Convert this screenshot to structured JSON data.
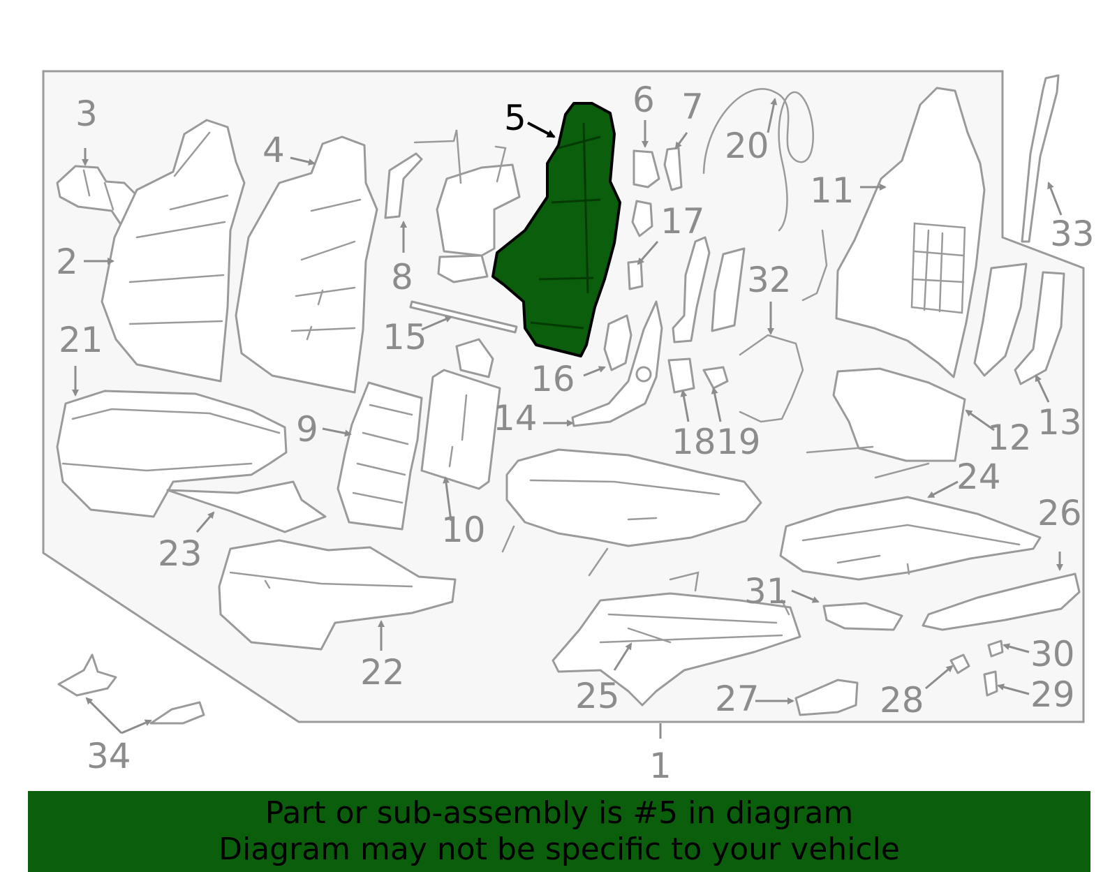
{
  "callouts": {
    "c1": "1",
    "c2": "2",
    "c3": "3",
    "c4": "4",
    "c5": "5",
    "c6": "6",
    "c7": "7",
    "c8": "8",
    "c9": "9",
    "c10": "10",
    "c11": "11",
    "c12": "12",
    "c13": "13",
    "c14": "14",
    "c15": "15",
    "c16": "16",
    "c17": "17",
    "c18": "18",
    "c19": "19",
    "c20": "20",
    "c21": "21",
    "c22": "22",
    "c23": "23",
    "c24": "24",
    "c25": "25",
    "c26": "26",
    "c27": "27",
    "c28": "28",
    "c29": "29",
    "c30": "30",
    "c31": "31",
    "c32": "32",
    "c33": "33",
    "c34": "34"
  },
  "highlighted_part": "5",
  "colors": {
    "highlight": "#0b5e0c",
    "line": "#9a9a9a",
    "label": "#8c8c8c",
    "panel": "#f7f7f7"
  },
  "banner": {
    "line1": "Part or sub-assembly is #5 in diagram",
    "line2": "Diagram may not be specific to your vehicle"
  }
}
